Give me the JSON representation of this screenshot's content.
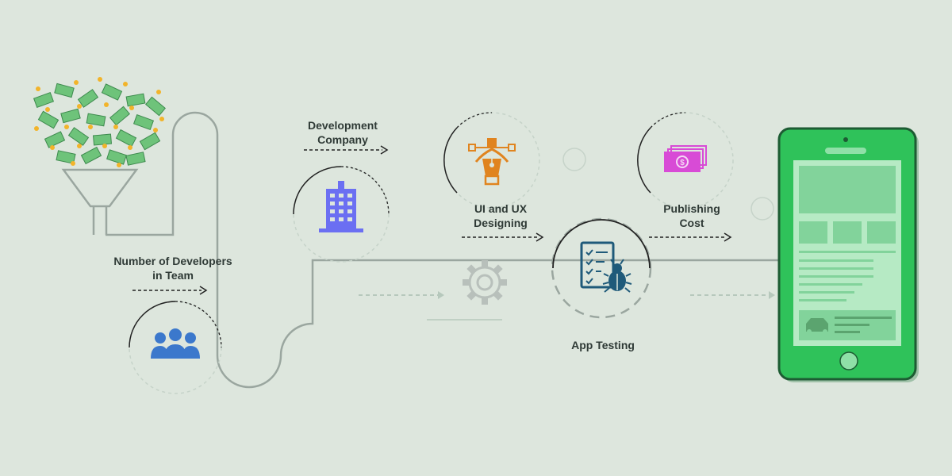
{
  "labels": {
    "developers": {
      "line1": "Number of Developers",
      "line2": "in Team"
    },
    "company": {
      "line1": "Development",
      "line2": "Company"
    },
    "design": {
      "line1": "UI and UX",
      "line2": "Designing"
    },
    "testing": "App Testing",
    "publishing": {
      "line1": "Publishing",
      "line2": "Cost"
    }
  },
  "icons": {
    "funnel": "money-funnel-icon",
    "developers": "team-icon",
    "company": "office-building-icon",
    "design": "pen-tool-icon",
    "testing": "checklist-bug-icon",
    "publishing": "cash-stack-icon",
    "gear": "gear-icon",
    "phone": "smartphone-icon"
  },
  "colors": {
    "background": "#dde6dd",
    "path": "#9aa69f",
    "team": "#3b78cc",
    "building": "#6b6ff2",
    "pen": "#e0841f",
    "bug": "#1f5a7a",
    "cash": "#d84bd6",
    "money": "#6ec37a",
    "coin": "#f2b42a",
    "phone": "#2fc25a"
  }
}
